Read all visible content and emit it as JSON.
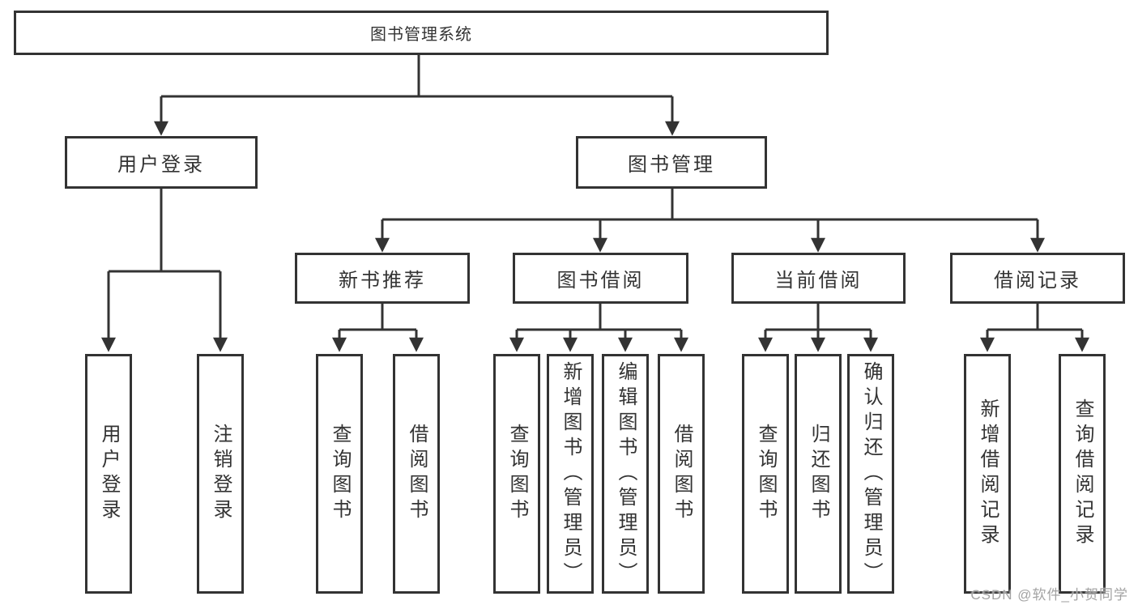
{
  "diagram": {
    "root": {
      "label": "图书管理系统"
    },
    "level2": [
      {
        "label": "用户登录"
      },
      {
        "label": "图书管理"
      }
    ],
    "level3": [
      {
        "label": "新书推荐"
      },
      {
        "label": "图书借阅"
      },
      {
        "label": "当前借阅"
      },
      {
        "label": "借阅记录"
      }
    ],
    "leaves": [
      {
        "label": "用户登录"
      },
      {
        "label": "注销登录"
      },
      {
        "label": "查询图书"
      },
      {
        "label": "借阅图书"
      },
      {
        "label": "查询图书"
      },
      {
        "label": "新增图书（管理员）"
      },
      {
        "label": "编辑图书（管理员）"
      },
      {
        "label": "借阅图书"
      },
      {
        "label": "查询图书"
      },
      {
        "label": "归还图书"
      },
      {
        "label": "确认归还（管理员）"
      },
      {
        "label": "新增借阅记录"
      },
      {
        "label": "查询借阅记录"
      }
    ]
  },
  "watermark": {
    "text": "CSDN @软件_小贺同学"
  },
  "colors": {
    "line": "#333333",
    "text": "#333333",
    "watermark": "#9e9e9e"
  }
}
